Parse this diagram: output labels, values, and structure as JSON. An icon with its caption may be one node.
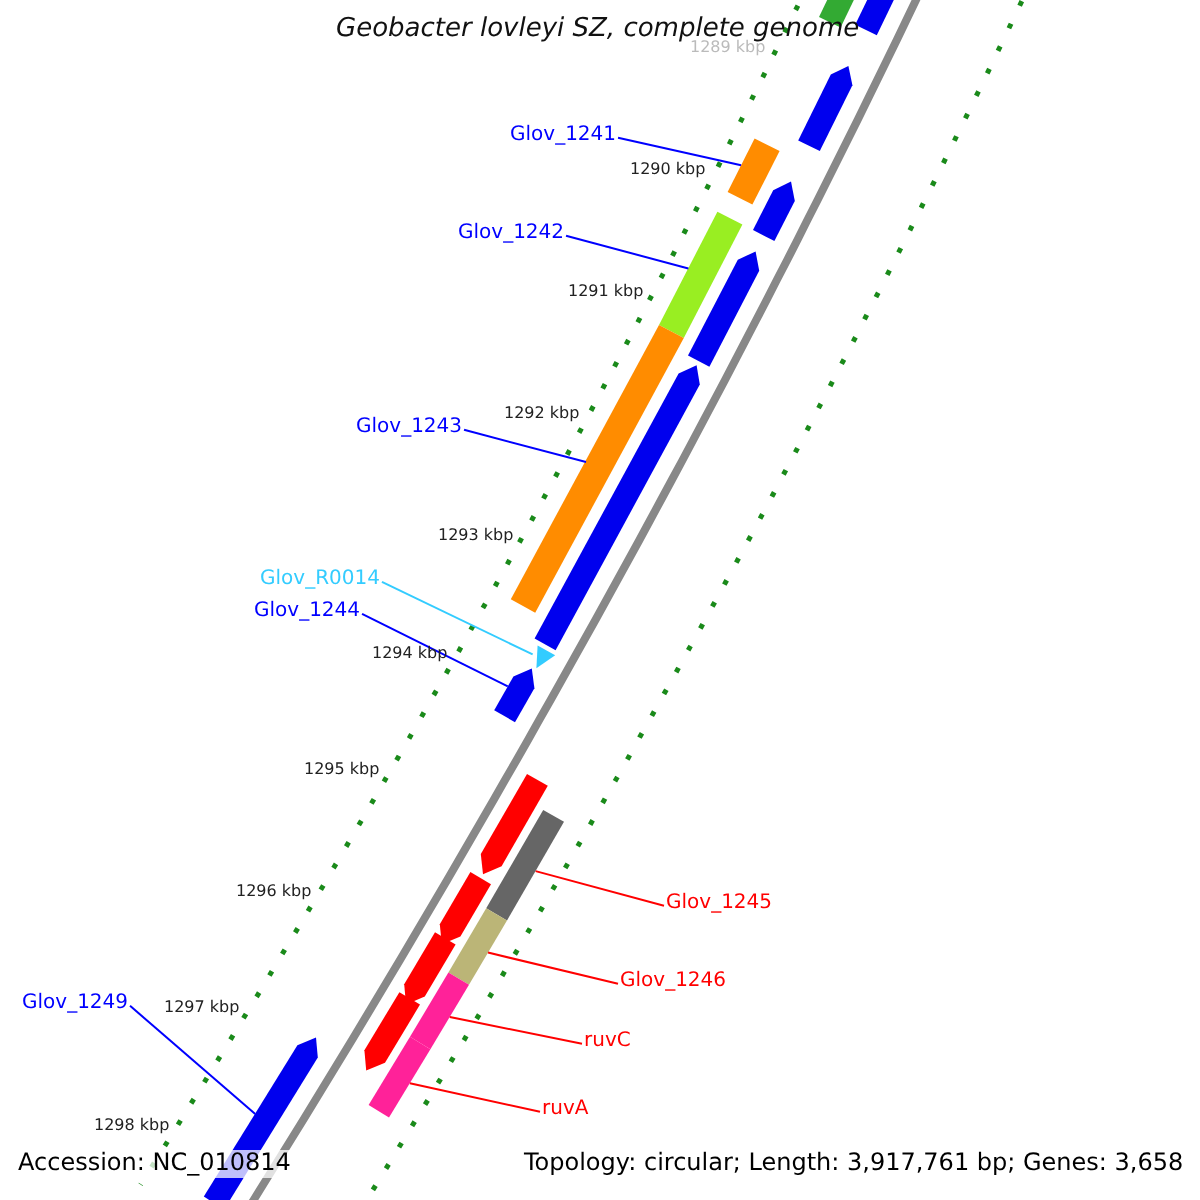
{
  "diagram": {
    "title": "Geobacter lovleyi SZ, complete genome",
    "nodes": [
      {
        "text": [
          "Glov_1241"
        ]
      },
      {
        "text": [
          "Glov_1242"
        ]
      },
      {
        "text": [
          "Glov_1243"
        ]
      },
      {
        "text": [
          "Glov_R0014"
        ]
      },
      {
        "text": [
          "Glov_1244"
        ]
      },
      {
        "text": [
          "Glov_1245"
        ]
      },
      {
        "text": [
          "Glov_1246"
        ]
      },
      {
        "text": [
          "ruvC"
        ]
      },
      {
        "text": [
          "ruvA"
        ]
      },
      {
        "text": [
          "Glov_1249"
        ]
      },
      {
        "text": [],
        "shape": "arrow"
      },
      {
        "text": [],
        "shape": "bar"
      },
      {
        "text": [],
        "shape": "arrow"
      },
      {
        "text": [],
        "shape": "bar"
      },
      {
        "text": [],
        "shape": "arrow"
      },
      {
        "text": [],
        "shape": "bar"
      },
      {
        "text": [],
        "shape": "arrow"
      },
      {
        "text": [],
        "shape": "bar"
      },
      {
        "text": [],
        "shape": "arrow"
      },
      {
        "text": [],
        "shape": "triangle"
      },
      {
        "text": [],
        "shape": "arrow"
      },
      {
        "text": [],
        "shape": "arrow"
      },
      {
        "text": [],
        "shape": "bar"
      },
      {
        "text": [],
        "shape": "arrow"
      },
      {
        "text": [],
        "shape": "bar"
      },
      {
        "text": [],
        "shape": "arrow"
      },
      {
        "text": [],
        "shape": "bar"
      },
      {
        "text": [],
        "shape": "arrow"
      },
      {
        "text": [],
        "shape": "bar"
      },
      {
        "text": [],
        "shape": "arrow"
      }
    ],
    "edges": [
      {
        "from": 0,
        "to": 13,
        "arrow": "none"
      },
      {
        "from": 1,
        "to": 15,
        "arrow": "none"
      },
      {
        "from": 2,
        "to": 17,
        "arrow": "none"
      },
      {
        "from": 3,
        "to": 19,
        "arrow": "none",
        "color": "#33ccff"
      },
      {
        "from": 4,
        "to": 20,
        "arrow": "none"
      },
      {
        "from": 5,
        "to": 22,
        "arrow": "none",
        "color": "#ff0000"
      },
      {
        "from": 6,
        "to": 24,
        "arrow": "none",
        "color": "#ff0000"
      },
      {
        "from": 7,
        "to": 26,
        "arrow": "none",
        "color": "#ff0000"
      },
      {
        "from": 8,
        "to": 28,
        "arrow": "none",
        "color": "#ff0000"
      },
      {
        "from": 9,
        "to": 29,
        "arrow": "none"
      }
    ],
    "labels": [
      "1289 kbp",
      "1290 kbp",
      "1291 kbp",
      "1292 kbp",
      "1293 kbp",
      "1294 kbp",
      "1295 kbp",
      "1296 kbp",
      "1297 kbp",
      "1298 kbp",
      "Accession: NC_010814",
      "Topology: circular; Length: 3,917,761 bp; Genes: 3,658"
    ]
  }
}
